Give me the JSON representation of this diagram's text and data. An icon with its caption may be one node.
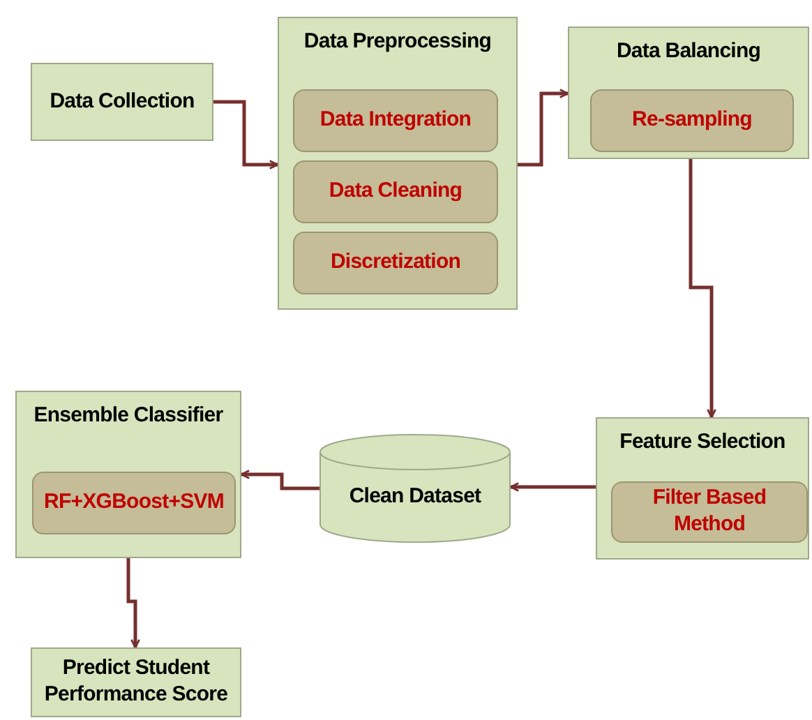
{
  "diagram": {
    "nodes": [
      {
        "text": [
          "Data Collection"
        ]
      },
      {
        "text": [
          "Data Preprocessing"
        ]
      },
      {
        "text": [
          "Data Integration"
        ],
        "in": 1
      },
      {
        "text": [
          "Data Cleaning"
        ],
        "in": 1
      },
      {
        "text": [
          "Discretization"
        ],
        "in": 1
      },
      {
        "text": [
          "Data Balancing"
        ]
      },
      {
        "text": [
          "Re-sampling"
        ],
        "in": 5
      },
      {
        "text": [
          "Feature Selection"
        ]
      },
      {
        "text": [
          "Filter Based Method"
        ],
        "in": 7
      },
      {
        "text": [
          "Clean Dataset"
        ]
      },
      {
        "text": [
          "Ensemble Classifier"
        ]
      },
      {
        "text": [
          "RF+XGBoost+SVM"
        ],
        "in": 10
      },
      {
        "text": [
          "Predict Student Performance Score"
        ]
      }
    ],
    "edges": [
      {
        "from": 0,
        "to": 1,
        "arrow": "to"
      },
      {
        "from": 1,
        "to": 5,
        "arrow": "to"
      },
      {
        "from": 5,
        "to": 7,
        "arrow": "to"
      },
      {
        "from": 7,
        "to": 9,
        "arrow": "to"
      },
      {
        "from": 9,
        "to": 10,
        "arrow": "to"
      },
      {
        "from": 10,
        "to": 12,
        "arrow": "to"
      }
    ]
  }
}
